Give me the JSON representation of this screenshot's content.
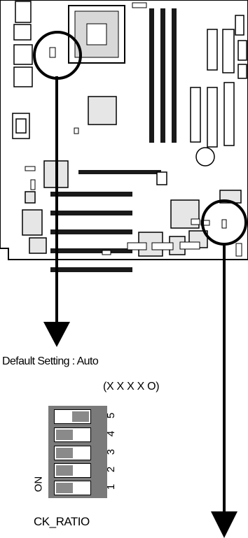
{
  "default_setting": "Default Setting : Auto",
  "switch_pattern": "(X X X X O)",
  "switch_label": "CK_RATIO",
  "on_label": "ON",
  "switches": [
    {
      "number": "5",
      "state": "on"
    },
    {
      "number": "4",
      "state": "off"
    },
    {
      "number": "3",
      "state": "off"
    },
    {
      "number": "2",
      "state": "off"
    },
    {
      "number": "1",
      "state": "off"
    }
  ],
  "colors": {
    "line": "#000000",
    "chip": "#e6e6e6",
    "switch_body": "#7a7a7a",
    "knob": "#8a8a8a"
  }
}
